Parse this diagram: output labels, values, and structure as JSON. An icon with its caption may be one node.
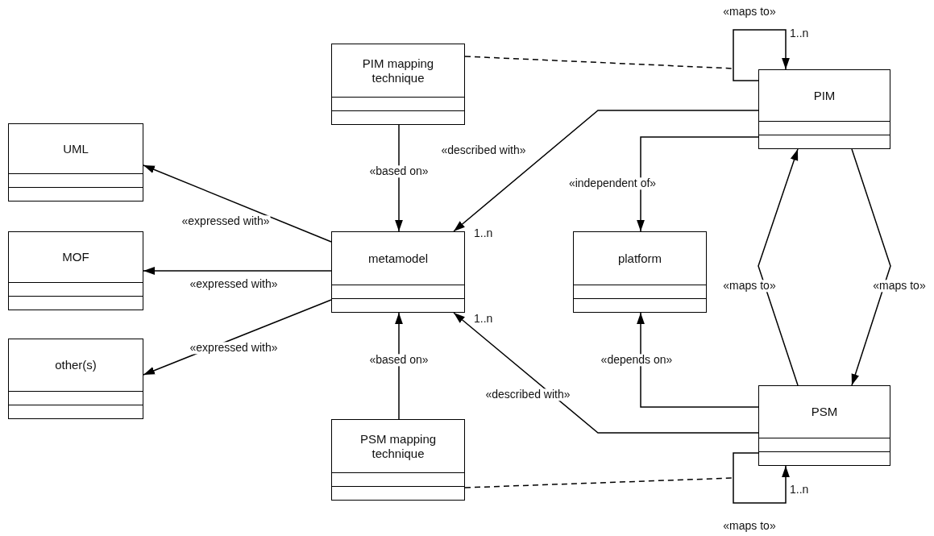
{
  "diagram": {
    "nodes": [
      {
        "text": [
          "PIM mapping technique"
        ]
      },
      {
        "text": [
          "PIM"
        ]
      },
      {
        "text": [
          "UML"
        ]
      },
      {
        "text": [
          "metamodel"
        ]
      },
      {
        "text": [
          "platform"
        ]
      },
      {
        "text": [
          "MOF"
        ]
      },
      {
        "text": [
          "other(s)"
        ]
      },
      {
        "text": [
          "PSM"
        ]
      },
      {
        "text": [
          "PSM mapping technique"
        ]
      }
    ],
    "edges": [
      {
        "from": 0,
        "to": 3,
        "arrow": "to",
        "label": "«based on»"
      },
      {
        "from": 1,
        "to": 3,
        "arrow": "to",
        "label": "«described with»"
      },
      {
        "from": 1,
        "to": 4,
        "arrow": "to",
        "label": "«independent of»"
      },
      {
        "from": 1,
        "to": 1,
        "arrow": "to",
        "label": "«maps to»"
      },
      {
        "from": 1,
        "to": 7,
        "arrow": "to",
        "label": "«maps to»"
      },
      {
        "from": 7,
        "to": 1,
        "arrow": "to",
        "label": "«maps to»"
      },
      {
        "from": 3,
        "to": 2,
        "arrow": "to",
        "label": "«expressed with»"
      },
      {
        "from": 3,
        "to": 5,
        "arrow": "to",
        "label": "«expressed with»"
      },
      {
        "from": 3,
        "to": 6,
        "arrow": "to",
        "label": "«expressed with»"
      },
      {
        "from": 7,
        "to": 3,
        "arrow": "to",
        "label": "«described with»"
      },
      {
        "from": 7,
        "to": 4,
        "arrow": "to",
        "label": "«depends on»"
      },
      {
        "from": 8,
        "to": 3,
        "arrow": "to",
        "label": "«based on»"
      },
      {
        "from": 7,
        "to": 7,
        "arrow": "to",
        "label": "«maps to»"
      },
      {
        "from": 0,
        "to": 1,
        "arrow": "none",
        "style": "dashed"
      },
      {
        "from": 8,
        "to": 7,
        "arrow": "none",
        "style": "dashed"
      }
    ],
    "labels": [
      "1..n",
      "1..n",
      "1..n",
      "1..n"
    ]
  }
}
